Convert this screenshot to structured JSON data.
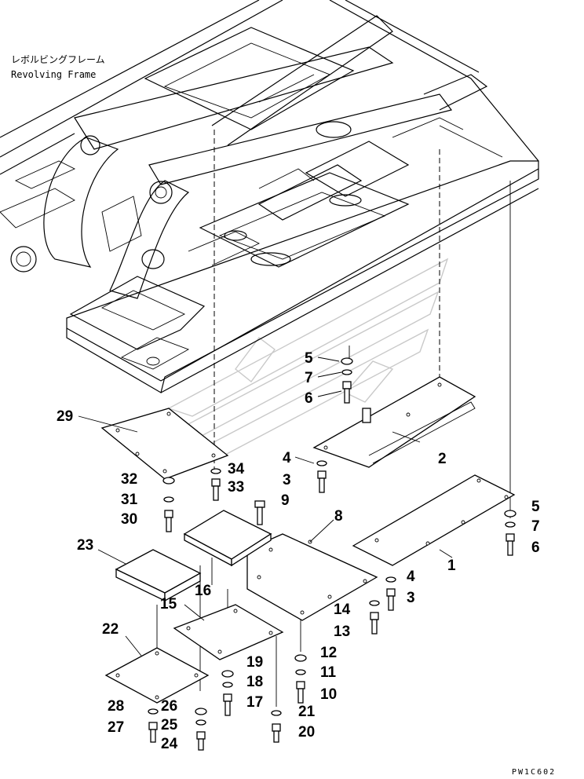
{
  "title": {
    "jp": "レボルビングフレーム",
    "en": "Revolving Frame"
  },
  "drawing_code": "PW1C602",
  "callouts": {
    "c1": "1",
    "c2": "2",
    "c3a": "3",
    "c3b": "3",
    "c4a": "4",
    "c4b": "4",
    "c5a": "5",
    "c5b": "5",
    "c6a": "6",
    "c6b": "6",
    "c7a": "7",
    "c7b": "7",
    "c8": "8",
    "c9": "9",
    "c10": "10",
    "c11": "11",
    "c12": "12",
    "c13": "13",
    "c14": "14",
    "c15": "15",
    "c16": "16",
    "c17": "17",
    "c18": "18",
    "c19": "19",
    "c20": "20",
    "c21": "21",
    "c22": "22",
    "c23": "23",
    "c24": "24",
    "c25": "25",
    "c26": "26",
    "c27": "27",
    "c28": "28",
    "c29": "29",
    "c30": "30",
    "c31": "31",
    "c32": "32",
    "c33": "33",
    "c34": "34"
  }
}
